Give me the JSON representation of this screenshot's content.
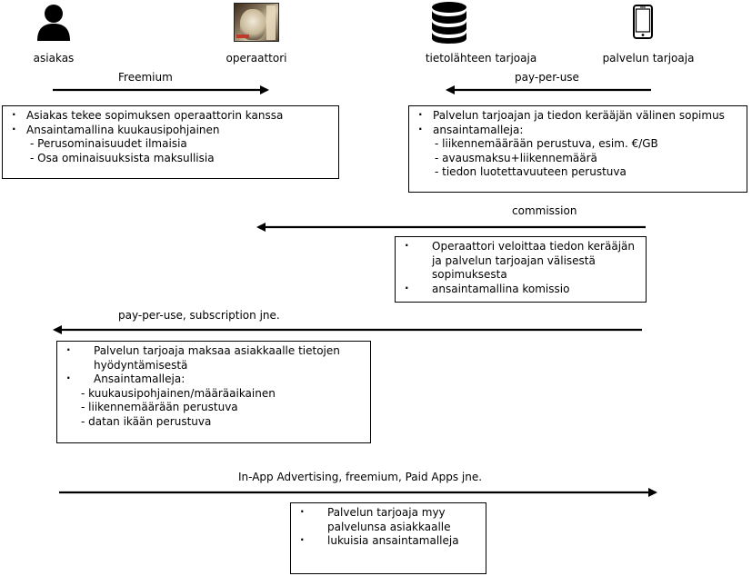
{
  "actors": {
    "customer": {
      "label": "asiakas",
      "icon": "person-icon"
    },
    "operator": {
      "label": "operaattori",
      "icon": "book-cover-image"
    },
    "data_provider": {
      "label": "tietolähteen tarjoaja",
      "icon": "database-icon"
    },
    "service_provider": {
      "label": "palvelun tarjoaja",
      "icon": "smartphone-icon"
    }
  },
  "flows": {
    "freemium": {
      "label": "Freemium",
      "box": [
        {
          "style": "bullet",
          "text": "Asiakas tekee sopimuksen operaattorin kanssa"
        },
        {
          "style": "bullet",
          "text": "Ansaintamallina kuukausipohjainen"
        },
        {
          "style": "sub",
          "text": "- Perusominaisuudet ilmaisia"
        },
        {
          "style": "sub",
          "text": "- Osa ominaisuuksista maksullisia"
        }
      ]
    },
    "pay_per_use": {
      "label": "pay-per-use",
      "box": [
        {
          "style": "bullet",
          "text": "Palvelun tarjoajan ja tiedon kerääjän välinen sopimus"
        },
        {
          "style": "bullet",
          "text": "ansaintamalleja:"
        },
        {
          "style": "sub",
          "text": "- liikennemäärään perustuva, esim. €/GB"
        },
        {
          "style": "sub",
          "text": "- avausmaksu+liikennemäärä"
        },
        {
          "style": "sub",
          "text": "- tiedon luotettavuuteen perustuva"
        }
      ]
    },
    "commission": {
      "label": "commission",
      "box": [
        {
          "style": "bullet",
          "text": "Operaattori veloittaa tiedon kerääjän ja palvelun tarjoajan välisestä sopimuksesta"
        },
        {
          "style": "bullet",
          "text": "ansaintamallina komissio"
        }
      ]
    },
    "subscription": {
      "label": "pay-per-use, subscription jne.",
      "box": [
        {
          "style": "bullet",
          "text": "Palvelun tarjoaja maksaa asiakkaalle tietojen hyödyntämisestä"
        },
        {
          "style": "bullet",
          "text": "Ansaintamalleja:"
        },
        {
          "style": "sub",
          "text": "- kuukausipohjainen/määräaikainen"
        },
        {
          "style": "sub",
          "text": "- liikennemäärään perustuva"
        },
        {
          "style": "sub",
          "text": "- datan ikään perustuva"
        }
      ]
    },
    "in_app": {
      "label": "In-App Advertising, freemium, Paid Apps jne.",
      "box": [
        {
          "style": "bullet",
          "text": "Palvelun tarjoaja myy palvelunsa asiakkaalle"
        },
        {
          "style": "bullet",
          "text": "lukuisia ansaintamalleja"
        }
      ]
    }
  }
}
